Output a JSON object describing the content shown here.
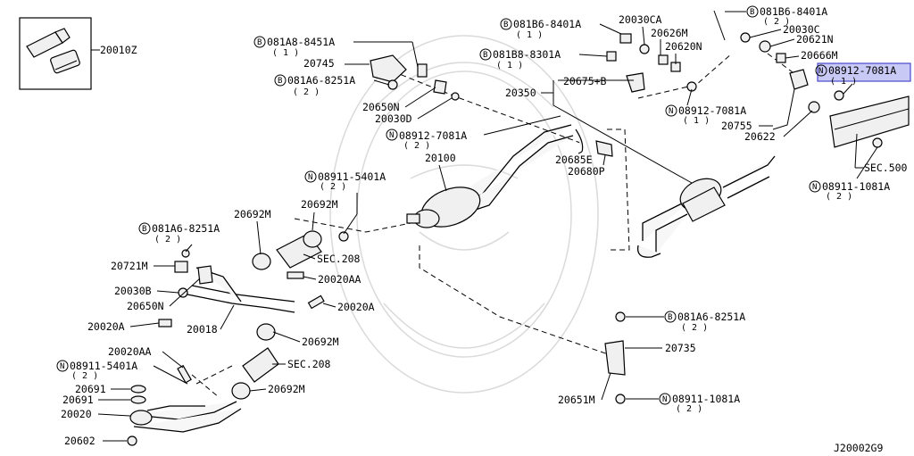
{
  "diagram_code": "J20002G9",
  "highlight_color": "#c9c9f5",
  "labels": {
    "p20010Z": "20010Z",
    "p081A8_8451A": "081A8-8451A",
    "p20745": "20745",
    "p081A6_8251A_top": "081A6-8251A",
    "p20650N_top": "20650N",
    "p20030D": "20030D",
    "p08912_7081A_mid": "08912-7081A",
    "p081B6_8401A_a": "081B6-8401A",
    "p20030CA": "20030CA",
    "p081B6_8401A_b": "081B6-8401A",
    "p20626M": "20626M",
    "p20030C": "20030C",
    "p20620N": "20620N",
    "p20621N": "20621N",
    "p081B8_8301A": "081B8-8301A",
    "p20666M": "20666M",
    "p08912_7081A_hl": "08912-7081A",
    "p20350": "20350",
    "p20675B": "20675+B",
    "p08912_7081A_right": "08912-7081A",
    "p20755": "20755",
    "p20622": "20622",
    "p20685E": "20685E",
    "p20680P": "20680P",
    "p20100": "20100",
    "pSEC500": "SEC.500",
    "p08911_1081A_top": "08911-1081A",
    "p08911_5401A_top": "08911-5401A",
    "p20692M_a": "20692M",
    "p20692M_b": "20692M",
    "p081A6_8251A_left": "081A6-8251A",
    "pSEC208_a": "SEC.208",
    "p20721M": "20721M",
    "p20020AA_a": "20020AA",
    "p20030B": "20030B",
    "p20650N_left": "20650N",
    "p20020A_a": "20020A",
    "p20020A_b": "20020A",
    "p20018": "20018",
    "p20692M_c": "20692M",
    "p20020AA_b": "20020AA",
    "p08911_5401A_bottom": "08911-5401A",
    "pSEC208_b": "SEC.208",
    "p20692M_d": "20692M",
    "p20691_a": "20691",
    "p20691_b": "20691",
    "p20020": "20020",
    "p20602": "20602",
    "p081A6_8251A_br": "081A6-8251A",
    "p20735": "20735",
    "p20651M": "20651M",
    "p08911_1081A_bottom": "08911-1081A"
  },
  "quantities": {
    "q1": "( 1 )",
    "q2": "( 2 )"
  },
  "prefix": {
    "B": "B",
    "N": "N"
  }
}
